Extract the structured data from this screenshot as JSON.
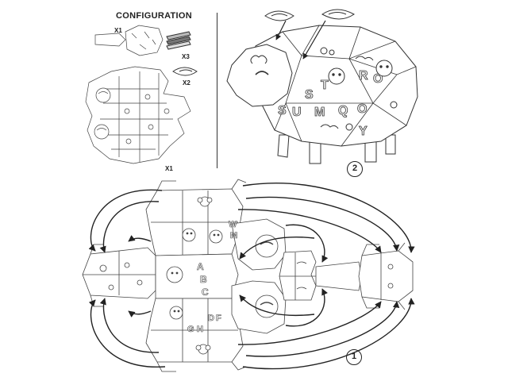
{
  "header": {
    "title": "CONFIGURATION"
  },
  "parts": {
    "body_qty": "X1",
    "markers_qty": "X3",
    "ears_qty": "X2",
    "head_qty": "X1"
  },
  "steps": {
    "assembly": "1",
    "finished": "2"
  },
  "colors": {
    "line": "#222222",
    "paper": "#ffffff",
    "accent_shading": "#d9d9d9"
  }
}
